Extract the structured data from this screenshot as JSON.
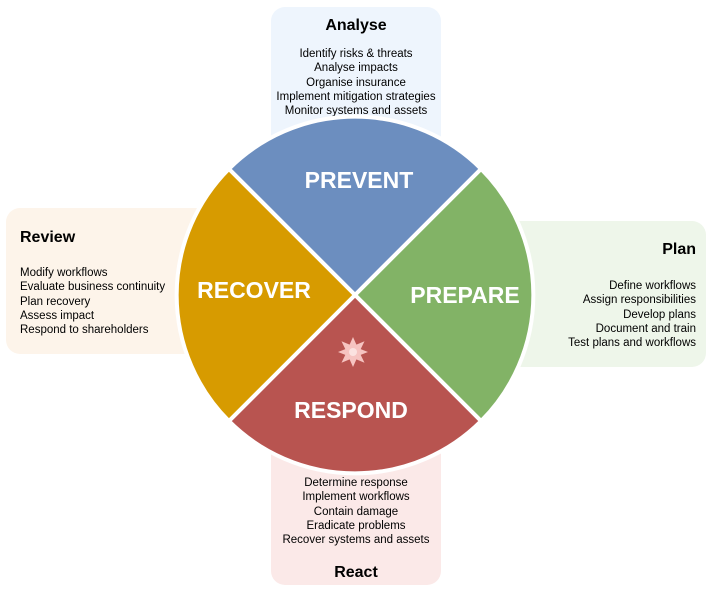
{
  "analyse": {
    "title": "Analyse",
    "items": [
      "Identify risks & threats",
      "Analyse impacts",
      "Organise insurance",
      "Implement mitigation strategies",
      "Monitor systems and assets"
    ]
  },
  "plan": {
    "title": "Plan",
    "items": [
      "Define workflows",
      "Assign responsibilities",
      "Develop plans",
      "Document and train",
      "Test plans and workflows"
    ]
  },
  "review": {
    "title": "Review",
    "items": [
      "Modify workflows",
      "Evaluate business continuity",
      "Plan recovery",
      "Assess impact",
      "Respond to shareholders"
    ]
  },
  "react": {
    "title": "React",
    "items": [
      "Determine response",
      "Implement workflows",
      "Contain damage",
      "Eradicate problems",
      "Recover systems and assets"
    ]
  },
  "wheel": {
    "prevent": "PREVENT",
    "prepare": "PREPARE",
    "respond": "RESPOND",
    "recover": "RECOVER"
  },
  "colors": {
    "prevent": "#6c8ebf",
    "prepare": "#82b366",
    "respond": "#b85450",
    "recover": "#d79b00"
  },
  "icons": {
    "respond": "star-burst-icon"
  }
}
